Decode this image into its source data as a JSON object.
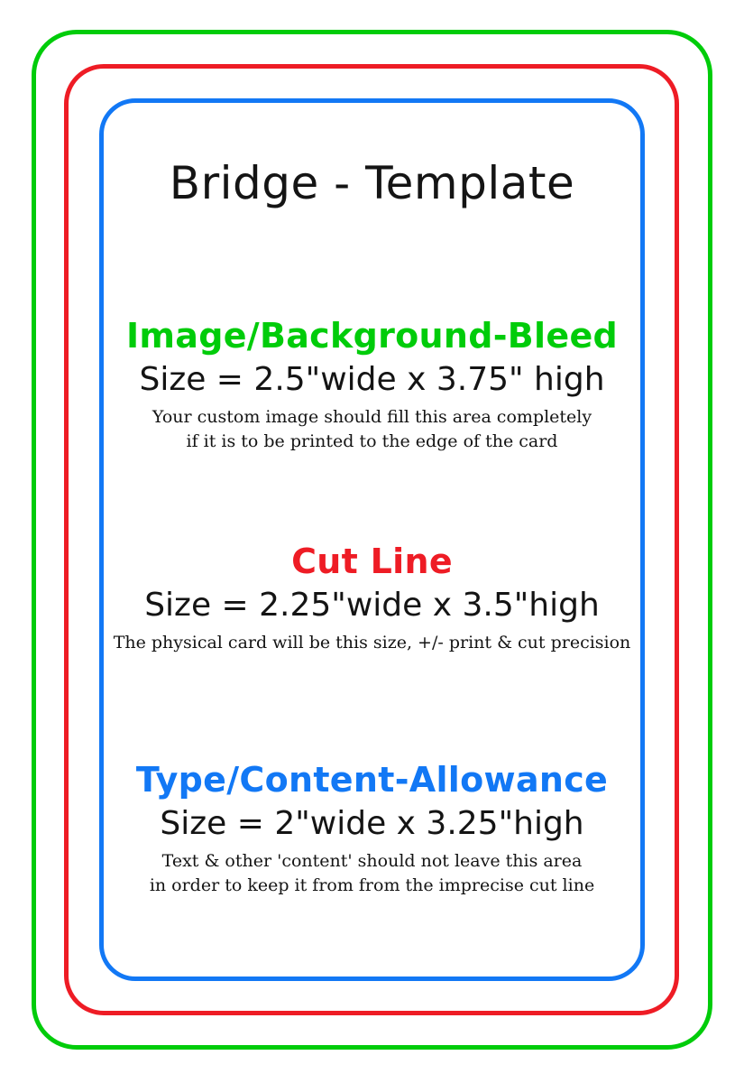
{
  "page": {
    "title": "Bridge - Template",
    "background_color": "#ffffff",
    "text_color": "#141414"
  },
  "frames": {
    "bleed": {
      "name": "bleed-frame",
      "color": "#00cc0a"
    },
    "cut": {
      "name": "cut-frame",
      "color": "#ee1c25"
    },
    "content": {
      "name": "content-frame",
      "color": "#1278f5"
    }
  },
  "sections": [
    {
      "id": "bleed",
      "heading": "Image/Background-Bleed",
      "heading_color": "#00cc0a",
      "size_line": "Size = 2.5\"wide x 3.75\" high",
      "note_lines": [
        "Your custom image should fill this area completely",
        "if it is to be printed to the edge of the card"
      ]
    },
    {
      "id": "cut",
      "heading": "Cut Line",
      "heading_color": "#ee1c25",
      "size_line": "Size = 2.25\"wide x 3.5\"high",
      "note_lines": [
        "The physical card will be this size, +/- print & cut precision"
      ]
    },
    {
      "id": "content",
      "heading": "Type/Content-Allowance",
      "heading_color": "#1278f5",
      "size_line": "Size = 2\"wide x 3.25\"high",
      "note_lines": [
        "Text & other 'content' should not leave this area",
        "in order to keep it from from the imprecise cut line"
      ]
    }
  ]
}
